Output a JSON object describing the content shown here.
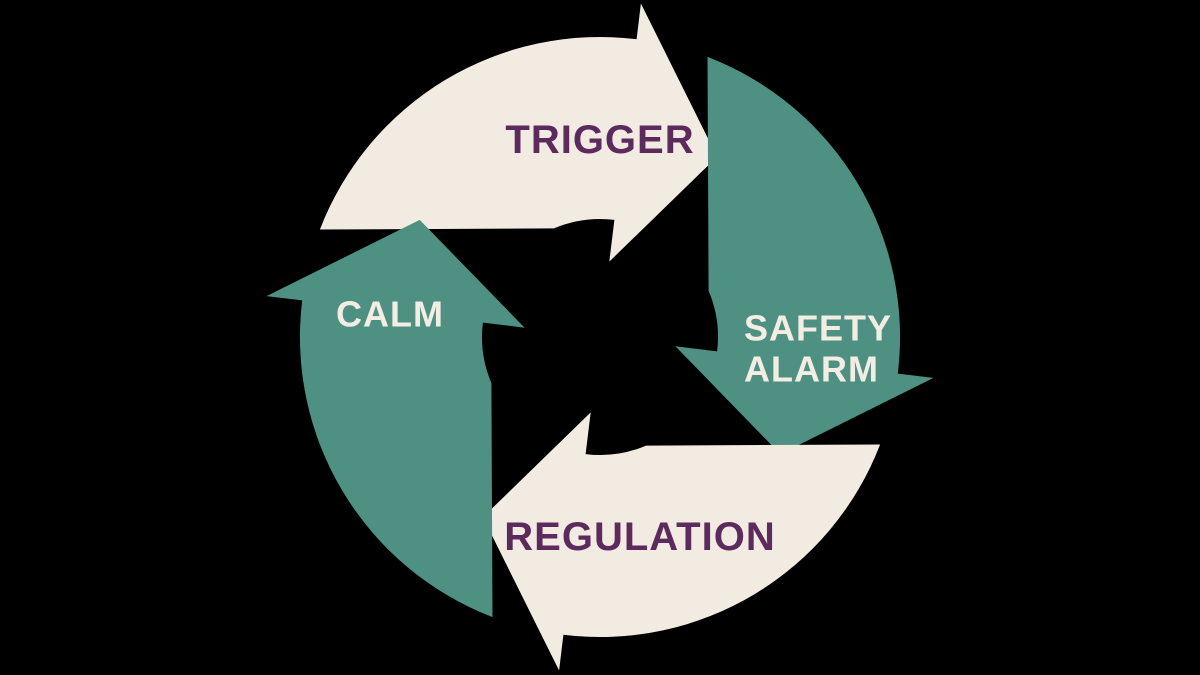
{
  "diagram": {
    "type": "cycle",
    "direction": "clockwise",
    "background_color": "#000000",
    "segments": [
      {
        "id": "trigger",
        "label": "TRIGGER",
        "position": "top",
        "arrow_color": "#F2EBE2",
        "text_color": "#5C2A5D",
        "start_angle": -63
      },
      {
        "id": "safety-alarm",
        "label": "SAFETY ALARM",
        "lines": [
          "SAFETY",
          "ALARM"
        ],
        "position": "right",
        "arrow_color": "#4E9182",
        "text_color": "#F3EDE4",
        "start_angle": 27
      },
      {
        "id": "regulation",
        "label": "REGULATION",
        "position": "bottom",
        "arrow_color": "#F2EBE2",
        "text_color": "#5C2A5D",
        "start_angle": 117
      },
      {
        "id": "calm",
        "label": "CALM",
        "position": "left",
        "arrow_color": "#4E9182",
        "text_color": "#F3EDE4",
        "start_angle": 207
      }
    ]
  }
}
